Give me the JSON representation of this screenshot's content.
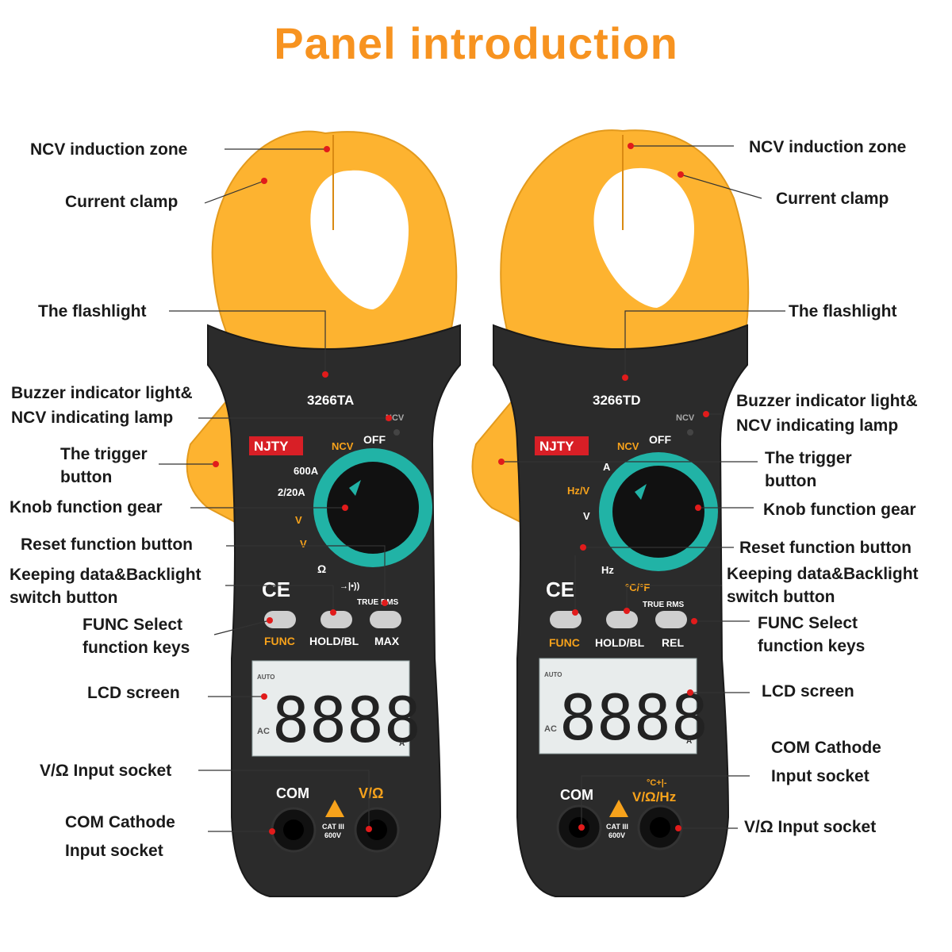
{
  "title": "Panel introduction",
  "colors": {
    "title": "#f79320",
    "clamp": "#fdb330",
    "body": "#2b2b2b",
    "knob_ring": "#21b3a6",
    "leader_dot": "#e11b1b",
    "label_orange": "#f7a21b",
    "lcd": "#e8ecec"
  },
  "left_labels": {
    "ncv_zone": "NCV induction zone",
    "current_clamp": "Current clamp",
    "flashlight": "The flashlight",
    "buzzer_1": "Buzzer indicator light&",
    "buzzer_2": "NCV indicating lamp",
    "trigger_1": "The trigger",
    "trigger_2": "button",
    "knob": "Knob function gear",
    "reset": "Reset function button",
    "keeping_1": "Keeping data&Backlight",
    "keeping_2": "switch button",
    "func_1": "FUNC Select",
    "func_2": "function keys",
    "lcd": "LCD screen",
    "vohm": "V/Ω Input socket",
    "com_1": "COM Cathode",
    "com_2": "Input socket"
  },
  "right_labels": {
    "ncv_zone": "NCV induction zone",
    "current_clamp": "Current clamp",
    "flashlight": "The flashlight",
    "buzzer_1": "Buzzer indicator light&",
    "buzzer_2": "NCV indicating lamp",
    "trigger_1": "The trigger",
    "trigger_2": "button",
    "knob": "Knob function gear",
    "reset": "Reset function button",
    "keeping_1": "Keeping data&Backlight",
    "keeping_2": "switch button",
    "func_1": "FUNC Select",
    "func_2": "function keys",
    "lcd": "LCD screen",
    "com_1": "COM Cathode",
    "com_2": "Input socket",
    "vohm": "V/Ω Input socket"
  },
  "meter_left": {
    "model": "3266TA",
    "brand": "NJTY",
    "ncv_tag": "NCV",
    "dial_ncv": "NCV",
    "dial_off": "OFF",
    "range_1": "600A",
    "range_2": "2/20A",
    "range_v_ac": "V",
    "range_v_dc": "V",
    "range_ohm": "Ω",
    "range_diode": "→|•))",
    "true_rms": "TRUE RMS",
    "btn_1": "FUNC",
    "btn_2": "HOLD/BL",
    "btn_3": "MAX",
    "ce": "CE",
    "lcd_digits": "8888",
    "lcd_auto": "AUTO",
    "lcd_ac": "AC",
    "lcd_unit": "A",
    "com": "COM",
    "vohm": "V/Ω",
    "cat_1": "CAT III",
    "cat_2": "600V"
  },
  "meter_right": {
    "model": "3266TD",
    "brand": "NJTY",
    "ncv_tag": "NCV",
    "dial_ncv": "NCV",
    "dial_off": "OFF",
    "range_1": "A",
    "range_2": "Hz/V",
    "range_v_dc": "V",
    "range_hz": "Hz",
    "range_temp": "°C/°F",
    "true_rms": "TRUE RMS",
    "btn_1": "FUNC",
    "btn_2": "HOLD/BL",
    "btn_3": "REL",
    "ce": "CE",
    "lcd_digits": "8888",
    "lcd_auto": "AUTO",
    "lcd_ac": "AC",
    "lcd_unit": "A",
    "com": "COM",
    "vohm": "V/Ω/Hz",
    "temp_tag": "°C+|-",
    "cat_1": "CAT III",
    "cat_2": "600V"
  }
}
